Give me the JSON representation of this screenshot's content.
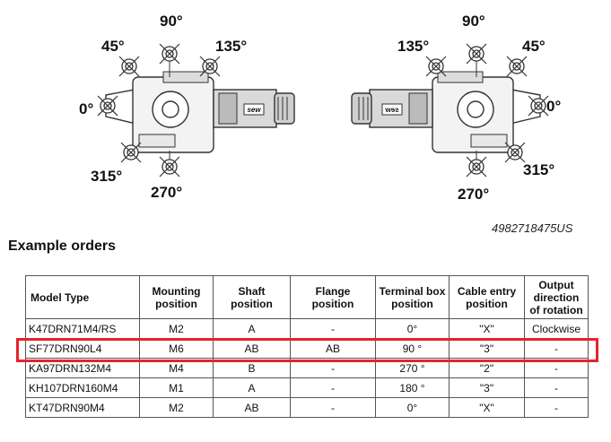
{
  "diagram": {
    "left_angles": {
      "top": "90°",
      "top_left": "45°",
      "top_right": "135°",
      "left": "0°",
      "bottom_left": "315°",
      "bottom": "270°"
    },
    "right_angles": {
      "top": "90°",
      "top_left": "135°",
      "top_right": "45°",
      "right": "0°",
      "bottom_right": "315°",
      "bottom": "270°"
    },
    "motor_logo": "sew"
  },
  "document_number": "4982718475US",
  "heading": "Example orders",
  "table": {
    "headers": [
      "Model Type",
      "Mounting position",
      "Shaft position",
      "Flange position",
      "Terminal box position",
      "Cable entry position",
      "Output direction of rotation"
    ],
    "rows": [
      [
        "K47DRN71M4/RS",
        "M2",
        "A",
        "-",
        "0°",
        "\"X\"",
        "Clockwise"
      ],
      [
        "SF77DRN90L4",
        "M6",
        "AB",
        "AB",
        "90 °",
        "\"3\"",
        "-"
      ],
      [
        "KA97DRN132M4",
        "M4",
        "B",
        "-",
        "270 °",
        "\"2\"",
        "-"
      ],
      [
        "KH107DRN160M4",
        "M1",
        "A",
        "-",
        "180 °",
        "\"3\"",
        "-"
      ],
      [
        "KT47DRN90M4",
        "M2",
        "AB",
        "-",
        "0°",
        "\"X\"",
        "-"
      ]
    ],
    "highlighted_row": 1,
    "highlight_color": "#e8222e"
  }
}
